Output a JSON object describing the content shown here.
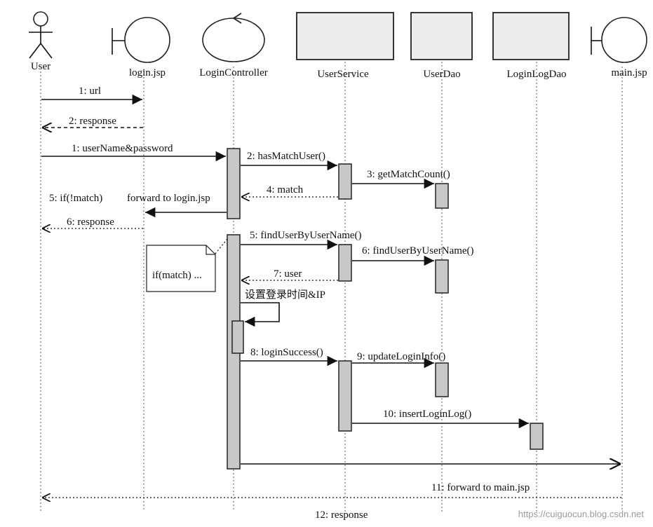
{
  "participants": {
    "user": "User",
    "login_jsp": "login.jsp",
    "login_controller": "LoginController",
    "user_service": "UserService",
    "user_dao": "UserDao",
    "login_log_dao": "LoginLogDao",
    "main_jsp": "main.jsp"
  },
  "messages": {
    "m1_url": "1: url",
    "m2_response": "2: response",
    "m1_credentials": "1: userName&password",
    "m2_has_match_user": "2: hasMatchUser()",
    "m3_get_match_count": "3: getMatchCount()",
    "m4_match": "4: match",
    "m5_if_not_match": "5: if(!match)",
    "forward_login": "forward to login.jsp",
    "m6_response": "6: response",
    "m5_find_user": "5: findUserByUserName()",
    "m6_find_user": "6: findUserByUserName()",
    "m7_user": "7: user",
    "self_call": "设置登录时间&IP",
    "m8_login_success": "8: loginSuccess()",
    "m9_update_login_info": "9: updateLoginInfo()",
    "m10_insert_login_log": "10: insertLoginLog()",
    "m11_forward_main": "11: forward to main.jsp",
    "m12_response": "12: response"
  },
  "note": "if(match) ...",
  "watermark": "https://cuiguocun.blog.csdn.net"
}
